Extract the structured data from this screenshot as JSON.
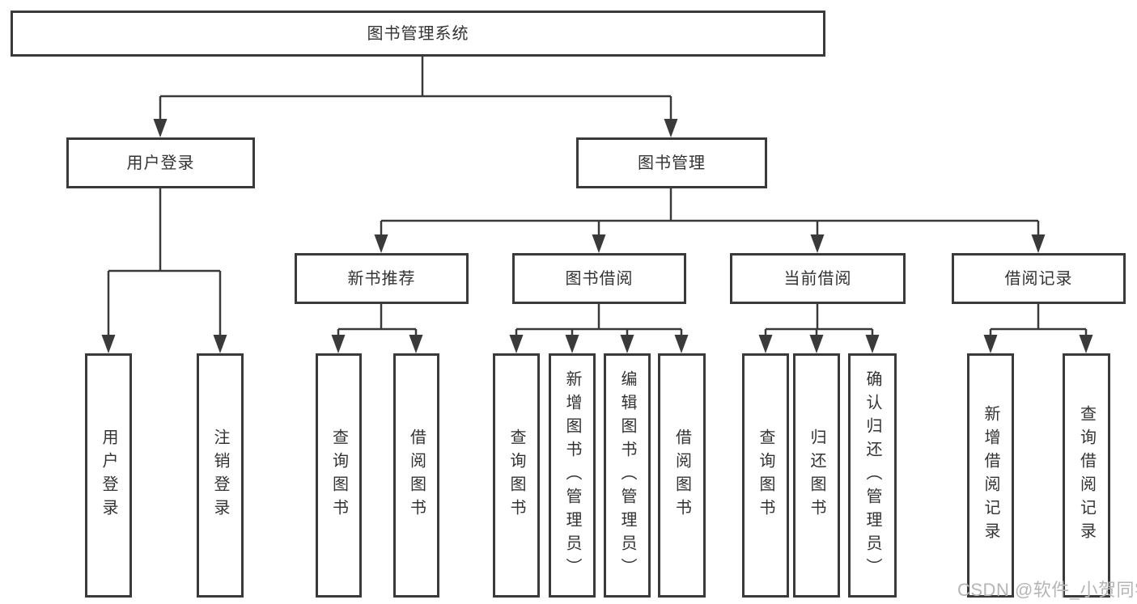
{
  "diagram": {
    "type": "hierarchy-structure-chart",
    "colors": {
      "line": "#3a3a3a",
      "box_border": "#3a3a3a",
      "box_fill": "#ffffff",
      "text": "#333333",
      "watermark": "#b5b5b5",
      "background": "#ffffff"
    },
    "tree": {
      "root": "图书管理系统",
      "branches": [
        {
          "label": "用户登录",
          "children": [
            "用户登录",
            "注销登录"
          ]
        },
        {
          "label": "图书管理",
          "groups": [
            {
              "label": "新书推荐",
              "children": [
                "查询图书",
                "借阅图书"
              ]
            },
            {
              "label": "图书借阅",
              "children": [
                "查询图书",
                "新增图书（管理员）",
                "编辑图书（管理员）",
                "借阅图书"
              ]
            },
            {
              "label": "当前借阅",
              "children": [
                "查询图书",
                "归还图书",
                "确认归还（管理员）"
              ]
            },
            {
              "label": "借阅记录",
              "children": [
                "新增借阅记录",
                "查询借阅记录"
              ]
            }
          ]
        }
      ]
    },
    "watermark": {
      "text": "CSDN @软件_小贺同学"
    }
  }
}
